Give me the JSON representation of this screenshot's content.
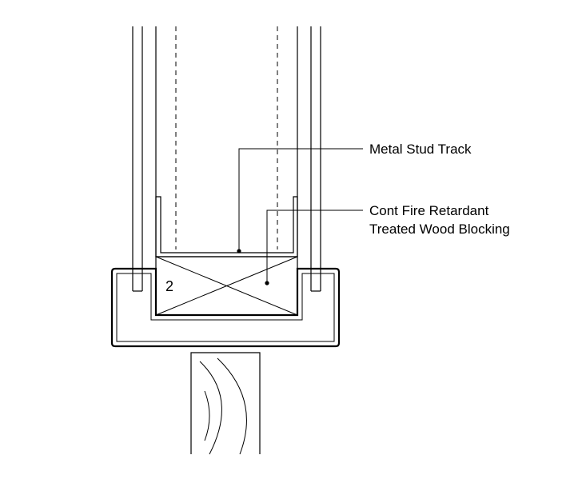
{
  "callouts": {
    "track": "Metal Stud Track",
    "blocking_line1": "Cont Fire Retardant",
    "blocking_line2": "Treated Wood Blocking"
  },
  "blocking_tag": "2"
}
